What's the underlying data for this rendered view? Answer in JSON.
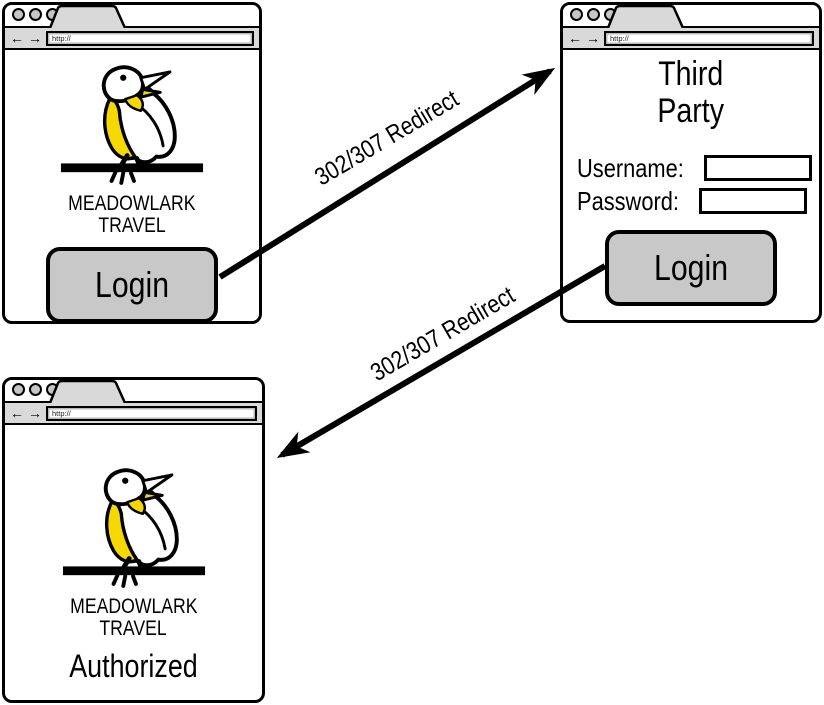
{
  "labels": {
    "redirect1": "302/307 Redirect",
    "redirect2": "302/307 Redirect"
  },
  "windows": {
    "meadowlark_login": {
      "url": "http://",
      "brand1": "MEADOWLARK",
      "brand2": "TRAVEL",
      "login": "Login"
    },
    "third_party": {
      "url": "http://",
      "title1": "Third",
      "title2": "Party",
      "username": "Username:",
      "password": "Password:",
      "username_value": "",
      "password_value": "",
      "login": "Login"
    },
    "meadowlark_authorized": {
      "url": "http://",
      "brand1": "MEADOWLARK",
      "brand2": "TRAVEL",
      "status": "Authorized"
    }
  },
  "icons": {
    "back": "←",
    "forward": "→"
  },
  "colors": {
    "bird_yellow": "#F5D800",
    "button_gray": "#C8C8C8",
    "chrome_gray": "#D9D9D9",
    "outline_black": "#000000"
  }
}
